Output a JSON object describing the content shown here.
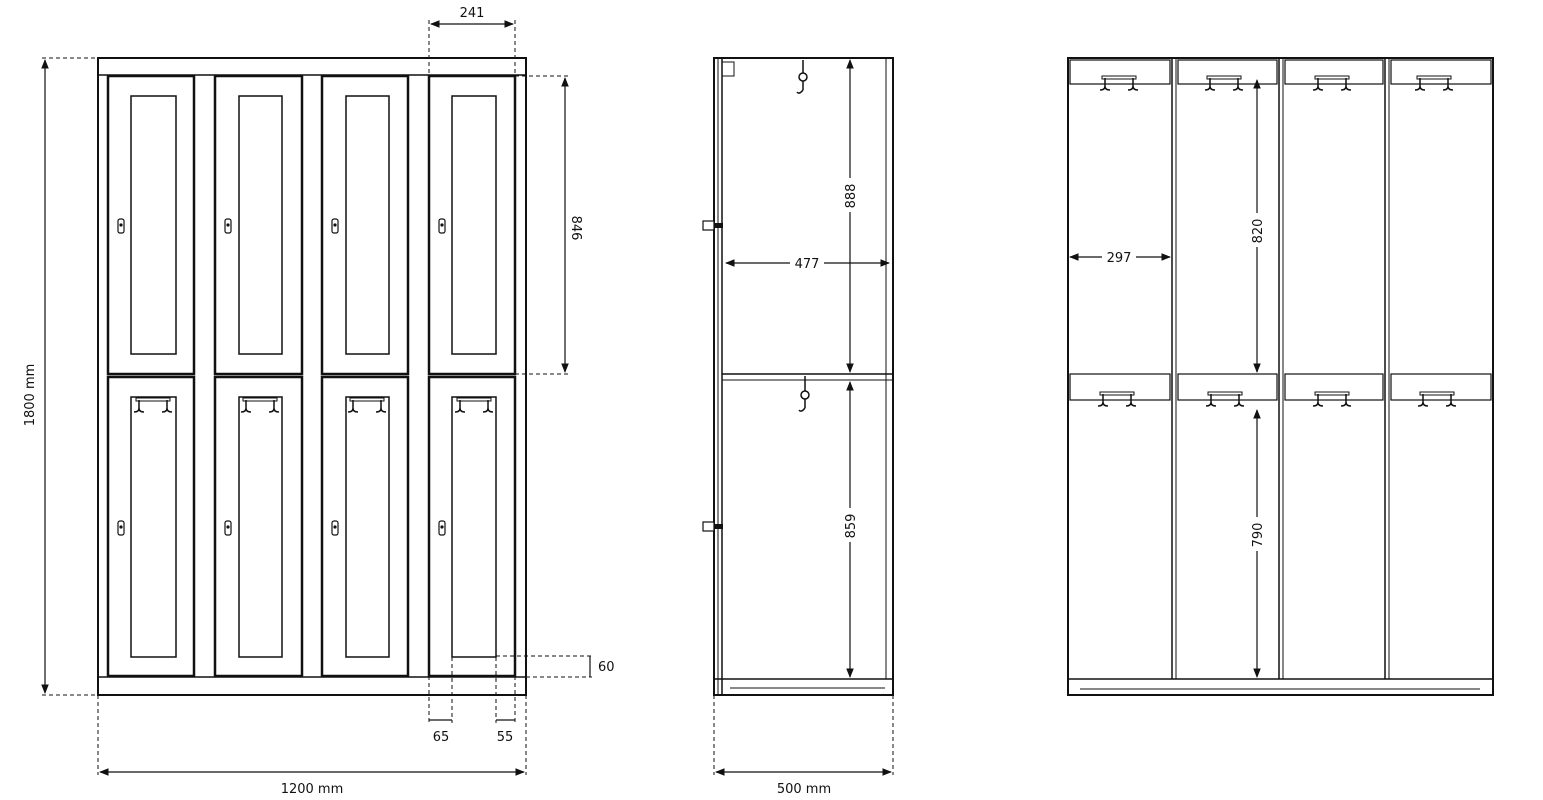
{
  "colors": {
    "line": "#111111",
    "background": "#ffffff"
  },
  "front_view": {
    "overall_width": "1200 mm",
    "overall_height": "1800 mm",
    "door_width": "241",
    "upper_door_height": "846",
    "plinth_height": "60",
    "left_margin": "65",
    "right_margin": "55"
  },
  "side_view": {
    "depth": "500 mm",
    "inner_depth": "477",
    "upper_compartment_height": "888",
    "lower_compartment_height": "859"
  },
  "interior_view": {
    "compartment_width": "297",
    "upper_height": "820",
    "lower_height": "790"
  }
}
